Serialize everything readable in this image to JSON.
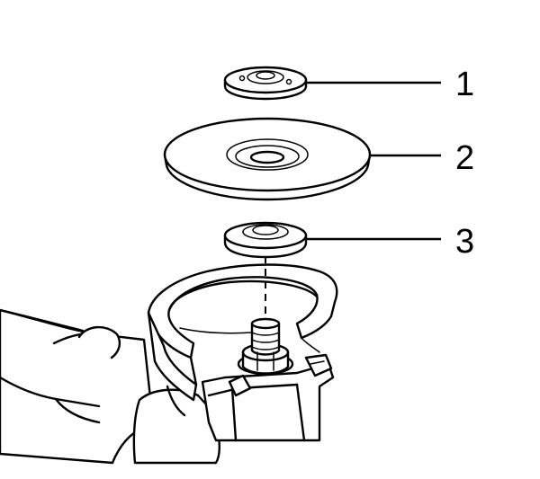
{
  "callouts": [
    {
      "number": "1",
      "part": "lock-nut"
    },
    {
      "number": "2",
      "part": "grinding-disc"
    },
    {
      "number": "3",
      "part": "inner-flange"
    }
  ],
  "colors": {
    "line": "#000000",
    "background": "#ffffff"
  }
}
